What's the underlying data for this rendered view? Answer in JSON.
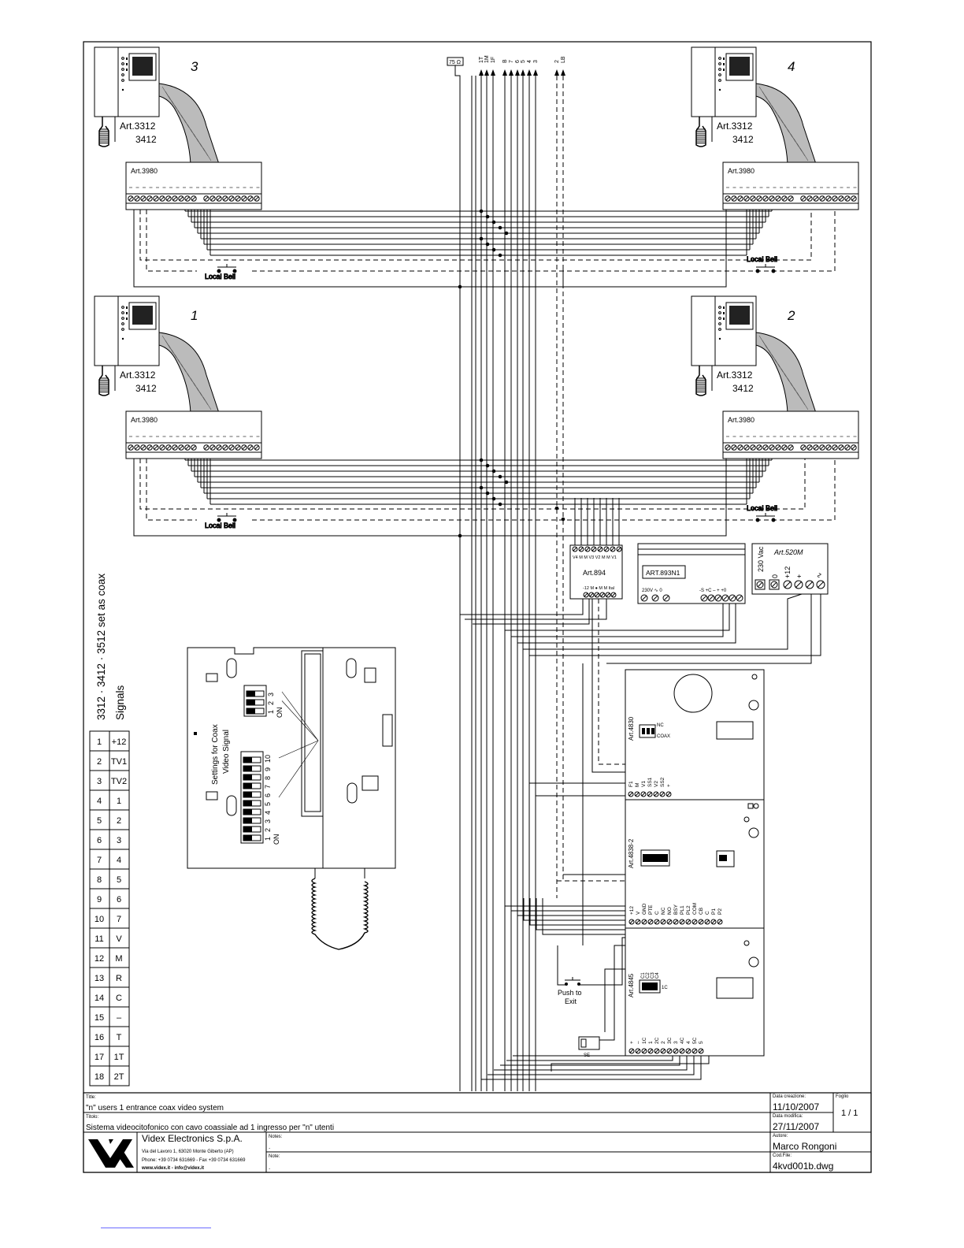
{
  "stations": [
    {
      "number": "3",
      "monitor_art": "Art.3312",
      "monitor_art2": "3412",
      "interface_art": "Art.3980",
      "bell": "Local Bell"
    },
    {
      "number": "4",
      "monitor_art": "Art.3312",
      "monitor_art2": "3412",
      "interface_art": "Art.3980",
      "bell": "Local Bell"
    },
    {
      "number": "1",
      "monitor_art": "Art.3312",
      "monitor_art2": "3412",
      "interface_art": "Art.3980",
      "bell": "Local Bell"
    },
    {
      "number": "2",
      "monitor_art": "Art.3312",
      "monitor_art2": "3412",
      "interface_art": "Art.3980",
      "bell": "Local Bell"
    }
  ],
  "riser": {
    "resistor": "75 Ω",
    "labels": [
      "1T",
      "1M",
      "1F",
      "B",
      "7",
      "6",
      "5",
      "4",
      "3",
      "2",
      "LB"
    ]
  },
  "devices": {
    "art894": {
      "title": "Art.894",
      "top_terminals": "V4 M M V3 V2 M M V1",
      "bottom_terminals": "-12 M ● M M Ital"
    },
    "art893": {
      "title": "ART.893N1",
      "terminals": "230V  ∿  0",
      "terminals2": "-S  +C  –  +  +0"
    },
    "art520": {
      "title": "Art.520M",
      "terminals": [
        "230 Vac",
        "0",
        "+12",
        "+",
        "∿"
      ]
    },
    "art4830": {
      "title": "Art.4830",
      "switch_labels": [
        "NC",
        "COAX"
      ],
      "terminals": [
        "F1",
        "M",
        "V1",
        "SS1",
        "V2",
        "SS2",
        "+"
      ]
    },
    "art4838": {
      "title": "Art.4838-2",
      "terminals": [
        "+12",
        "V",
        "GND",
        "PTE",
        "C",
        "NC",
        "NO",
        "BSY",
        "PL1",
        "PL2",
        "COM",
        "CB",
        "C",
        "P1",
        "P2"
      ]
    },
    "art4845": {
      "title": "Art.4845",
      "switch_labels": [
        "C1",
        "C2",
        "C3",
        "C4"
      ],
      "switch_side": "1C",
      "terminals": [
        "+",
        "–",
        "1C",
        "1",
        "2C",
        "2",
        "3C",
        "3",
        "4C",
        "4",
        "5C",
        "5"
      ]
    },
    "push_to_exit": "Push to\nExit",
    "lock": "SE"
  },
  "settings_panel": {
    "title_line1": "Settings for Coax",
    "title_line2": "Video Signal",
    "switch_a": {
      "positions": [
        "1",
        "2",
        "3"
      ],
      "on_label": "ON"
    },
    "switch_b": {
      "positions": [
        "1",
        "2",
        "3",
        "4",
        "5",
        "6",
        "7",
        "8",
        "9",
        "10"
      ],
      "on_label": "ON"
    }
  },
  "signals_table": {
    "heading1": "3312 · 3412 · 3512 set as coax",
    "heading2": "Signals",
    "rows": [
      [
        "1",
        "+12"
      ],
      [
        "2",
        "TV1"
      ],
      [
        "3",
        "TV2"
      ],
      [
        "4",
        "1"
      ],
      [
        "5",
        "2"
      ],
      [
        "6",
        "3"
      ],
      [
        "7",
        "4"
      ],
      [
        "8",
        "5"
      ],
      [
        "9",
        "6"
      ],
      [
        "10",
        "7"
      ],
      [
        "11",
        "V"
      ],
      [
        "12",
        "M"
      ],
      [
        "13",
        "R"
      ],
      [
        "14",
        "C"
      ],
      [
        "15",
        "–"
      ],
      [
        "16",
        "T"
      ],
      [
        "17",
        "1T"
      ],
      [
        "18",
        "2T"
      ]
    ]
  },
  "title_block": {
    "title_label": "Title:",
    "title": "\"n\" users 1 entrance coax video system",
    "titolo_label": "Titolo:",
    "titolo": "Sistema videocitofonico con cavo coassiale ad 1 ingresso per \"n\" utenti",
    "company": "Videx Electronics S.p.A.",
    "address": "Via del Lavoro 1, 63020 Monte Giberto (AP)",
    "phone": "Phone: +39 0734 631669 - Fax +39 0734 631669",
    "web": "www.videx.it - info@videx.it",
    "notes_label": "Notes:",
    "notes_value": ".",
    "note_label": "Note:",
    "note_value": ".",
    "creation_label": "Data creazione:",
    "creation_date": "11/10/2007",
    "modified_label": "Data modifica:",
    "modified_date": "27/11/2007",
    "author_label": "Autore:",
    "author": "Marco Rongoni",
    "file_label": "Cod.File:",
    "file": "4kvd001b.dwg",
    "sheet_label": "Foglio",
    "sheet": "1 / 1"
  }
}
